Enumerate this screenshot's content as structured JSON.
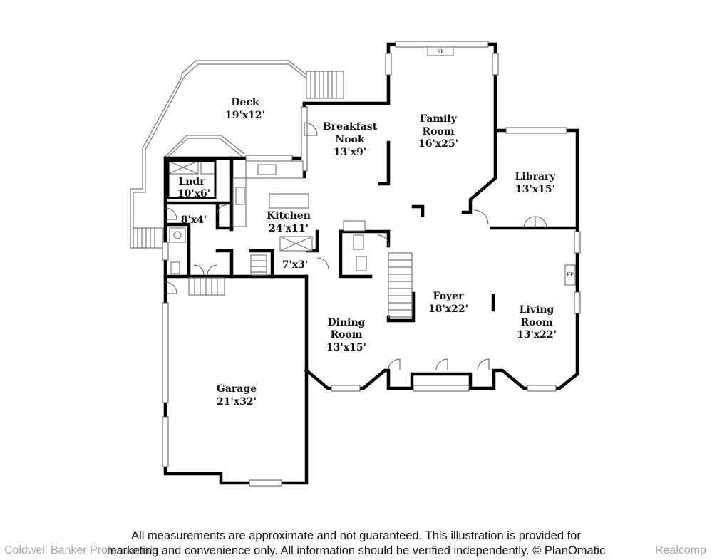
{
  "rooms": {
    "deck": {
      "name": "Deck",
      "dim": "19'x12'"
    },
    "breakfast": {
      "name1": "Breakfast",
      "name2": "Nook",
      "dim": "13'x9'"
    },
    "family": {
      "name1": "Family",
      "name2": "Room",
      "dim": "16'x25'"
    },
    "library": {
      "name": "Library",
      "dim": "13'x15'"
    },
    "laundry": {
      "name": "Lndr",
      "dim": "10'x6'"
    },
    "kitchen": {
      "name": "Kitchen",
      "dim": "24'x11'"
    },
    "hall": {
      "dim": "8'x4'"
    },
    "pantry": {
      "dim": "7'x3'"
    },
    "foyer": {
      "name": "Foyer",
      "dim": "18'x22'"
    },
    "living": {
      "name1": "Living",
      "name2": "Room",
      "dim": "13'x22'"
    },
    "dining": {
      "name1": "Dining",
      "name2": "Room",
      "dim": "13'x15'"
    },
    "garage": {
      "name": "Garage",
      "dim": "21'x32'"
    }
  },
  "fireplace_label": "FP",
  "disclaimer": {
    "line1": "All measurements are approximate and not guaranteed. This illustration is provided for",
    "line2": "marketing and convenience only. All information should be verified independently. © PlanOmatic"
  },
  "watermarks": {
    "left": "Coldwell Banker Professionals",
    "right": "Realcomp"
  }
}
